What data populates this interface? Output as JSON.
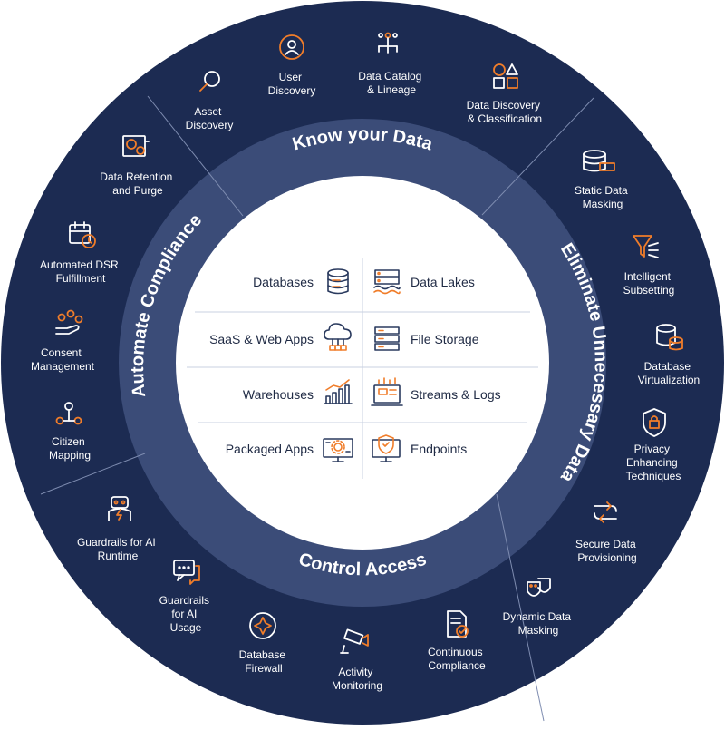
{
  "colors": {
    "outer_ring": "#1c2b52",
    "middle_ring": "#3b4c78",
    "center": "#ffffff",
    "accent": "#f07d2a",
    "divider": "#7e8cb0",
    "text_dark": "#1f2a44"
  },
  "sections": {
    "know": "Know your Data",
    "eliminate": "Eliminate Unnecessary Data",
    "control": "Control Access",
    "compliance": "Automate Compliance"
  },
  "know_items": [
    {
      "lines": [
        "Asset",
        "Discovery"
      ],
      "icon": "magnifier-icon"
    },
    {
      "lines": [
        "User",
        "Discovery"
      ],
      "icon": "user-icon"
    },
    {
      "lines": [
        "Data Catalog",
        "& Lineage"
      ],
      "icon": "lineage-icon"
    },
    {
      "lines": [
        "Data Discovery",
        "& Classification"
      ],
      "icon": "shapes-icon"
    }
  ],
  "eliminate_items": [
    {
      "lines": [
        "Static Data",
        "Masking"
      ],
      "icon": "database-mask-icon"
    },
    {
      "lines": [
        "Intelligent",
        "Subsetting"
      ],
      "icon": "funnel-icon"
    },
    {
      "lines": [
        "Database",
        "Virtualization"
      ],
      "icon": "database-stack-icon"
    },
    {
      "lines": [
        "Privacy",
        "Enhancing",
        "Techniques"
      ],
      "icon": "shield-lock-icon"
    },
    {
      "lines": [
        "Secure Data",
        "Provisioning"
      ],
      "icon": "provisioning-icon"
    }
  ],
  "control_items": [
    {
      "lines": [
        "Dynamic Data",
        "Masking"
      ],
      "icon": "masks-icon"
    },
    {
      "lines": [
        "Continuous",
        "Compliance"
      ],
      "icon": "document-check-icon"
    },
    {
      "lines": [
        "Activity",
        "Monitoring"
      ],
      "icon": "camera-icon"
    },
    {
      "lines": [
        "Database",
        "Firewall"
      ],
      "icon": "firewall-icon"
    },
    {
      "lines": [
        "Guardrails",
        "for AI",
        "Usage"
      ],
      "icon": "chat-icon"
    },
    {
      "lines": [
        "Guardrails for AI",
        "Runtime"
      ],
      "icon": "robot-icon"
    }
  ],
  "compliance_items": [
    {
      "lines": [
        "Citizen",
        "Mapping"
      ],
      "icon": "people-network-icon"
    },
    {
      "lines": [
        "Consent",
        "Management"
      ],
      "icon": "hand-consent-icon"
    },
    {
      "lines": [
        "Automated DSR",
        "Fulfillment"
      ],
      "icon": "calendar-clock-icon"
    },
    {
      "lines": [
        "Data Retention",
        "and Purge"
      ],
      "icon": "gears-icon"
    }
  ],
  "sources": [
    {
      "left": "Databases",
      "right": "Data Lakes"
    },
    {
      "left": "SaaS & Web Apps",
      "right": "File Storage"
    },
    {
      "left": "Warehouses",
      "right": "Streams & Logs"
    },
    {
      "left": "Packaged Apps",
      "right": "Endpoints"
    }
  ]
}
